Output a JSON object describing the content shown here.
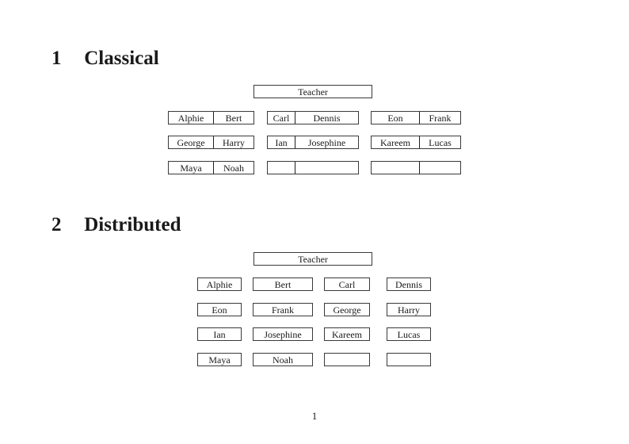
{
  "sections": [
    {
      "number": "1",
      "title": "Classical",
      "teacher_label": "Teacher",
      "desks": [
        {
          "left": "Alphie",
          "right": "Bert"
        },
        {
          "left": "Carl",
          "right": "Dennis"
        },
        {
          "left": "Eon",
          "right": "Frank"
        },
        {
          "left": "George",
          "right": "Harry"
        },
        {
          "left": "Ian",
          "right": "Josephine"
        },
        {
          "left": "Kareem",
          "right": "Lucas"
        },
        {
          "left": "Maya",
          "right": "Noah"
        },
        {
          "left": "",
          "right": ""
        },
        {
          "left": "",
          "right": ""
        }
      ]
    },
    {
      "number": "2",
      "title": "Distributed",
      "teacher_label": "Teacher",
      "seats": [
        "Alphie",
        "Bert",
        "Carl",
        "Dennis",
        "Eon",
        "Frank",
        "George",
        "Harry",
        "Ian",
        "Josephine",
        "Kareem",
        "Lucas",
        "Maya",
        "Noah",
        "",
        ""
      ]
    }
  ],
  "page": {
    "number": "1"
  }
}
